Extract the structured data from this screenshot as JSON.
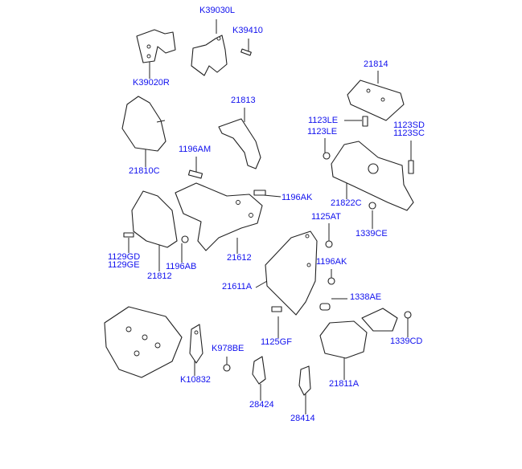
{
  "diagram": {
    "title": "Engine mounting parts",
    "label_color": "#1010ee",
    "parts": [
      {
        "id": "p1",
        "label": "K39030L"
      },
      {
        "id": "p2",
        "label": "K39410"
      },
      {
        "id": "p3",
        "label": "K39020R"
      },
      {
        "id": "p4",
        "label": "21814"
      },
      {
        "id": "p5",
        "label": "21813"
      },
      {
        "id": "p6",
        "label": "1123LE"
      },
      {
        "id": "p7",
        "label": "1123SD"
      },
      {
        "id": "p8",
        "label": "1123SC"
      },
      {
        "id": "p9",
        "label": "1123LE"
      },
      {
        "id": "p10",
        "label": "1196AM"
      },
      {
        "id": "p11",
        "label": "21810C"
      },
      {
        "id": "p12",
        "label": "1196AK"
      },
      {
        "id": "p13",
        "label": "21822C"
      },
      {
        "id": "p14",
        "label": "1125AT"
      },
      {
        "id": "p15",
        "label": "1339CE"
      },
      {
        "id": "p16",
        "label": "1129GD"
      },
      {
        "id": "p17",
        "label": "1129GE"
      },
      {
        "id": "p18",
        "label": "21612"
      },
      {
        "id": "p19",
        "label": "1196AK"
      },
      {
        "id": "p20",
        "label": "21812"
      },
      {
        "id": "p21",
        "label": "1196AB"
      },
      {
        "id": "p22",
        "label": "21611A"
      },
      {
        "id": "p23",
        "label": "1338AE"
      },
      {
        "id": "p24",
        "label": "1339CD"
      },
      {
        "id": "p25",
        "label": "1125GF"
      },
      {
        "id": "p26",
        "label": "K978BE"
      },
      {
        "id": "p27",
        "label": "K10832"
      },
      {
        "id": "p28",
        "label": "21811A"
      },
      {
        "id": "p29",
        "label": "28424"
      },
      {
        "id": "p30",
        "label": "28414"
      }
    ]
  }
}
